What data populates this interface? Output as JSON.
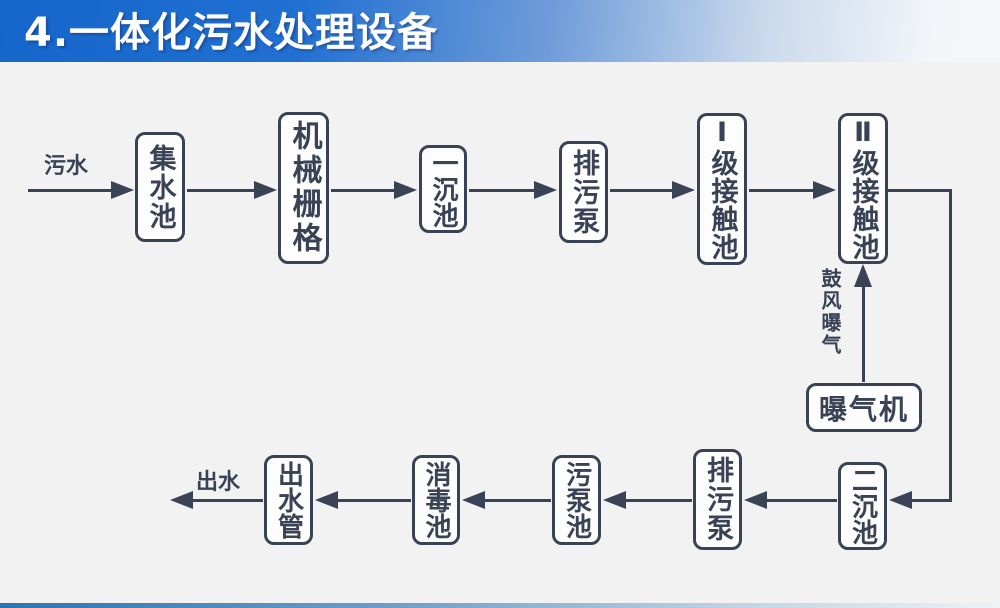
{
  "title": "4.一体化污水处理设备",
  "colors": {
    "canvas_bg": "#f2f2f3",
    "title_grad_start": "#1565cb",
    "title_text": "#ffffff",
    "line_color": "#3a4255",
    "node_fill": "#fdfdfe",
    "bottombar_start": "#2b74b4"
  },
  "flowchart": {
    "edge_labels": {
      "input": "污水",
      "output": "出水",
      "aeration": "鼓风曝气"
    },
    "nodes": [
      {
        "id": "collection-tank",
        "label": "集水池"
      },
      {
        "id": "mechanical-grid",
        "label": "机械栅格"
      },
      {
        "id": "primary-sedimentation-tank",
        "label": "一沉池"
      },
      {
        "id": "sewage-pump-top",
        "label": "排污泵"
      },
      {
        "id": "level-1-contact-tank",
        "label": "Ⅰ级接触池"
      },
      {
        "id": "level-2-contact-tank",
        "label": "Ⅱ级接触池"
      },
      {
        "id": "aerator",
        "label": "曝气机"
      },
      {
        "id": "secondary-sedimentation-tank",
        "label": "二沉池"
      },
      {
        "id": "sewage-pump-bottom",
        "label": "排污泵"
      },
      {
        "id": "sludge-pump-tank",
        "label": "污泵池"
      },
      {
        "id": "disinfection-tank",
        "label": "消毒池"
      },
      {
        "id": "outlet-pipe",
        "label": "出水管"
      }
    ]
  }
}
